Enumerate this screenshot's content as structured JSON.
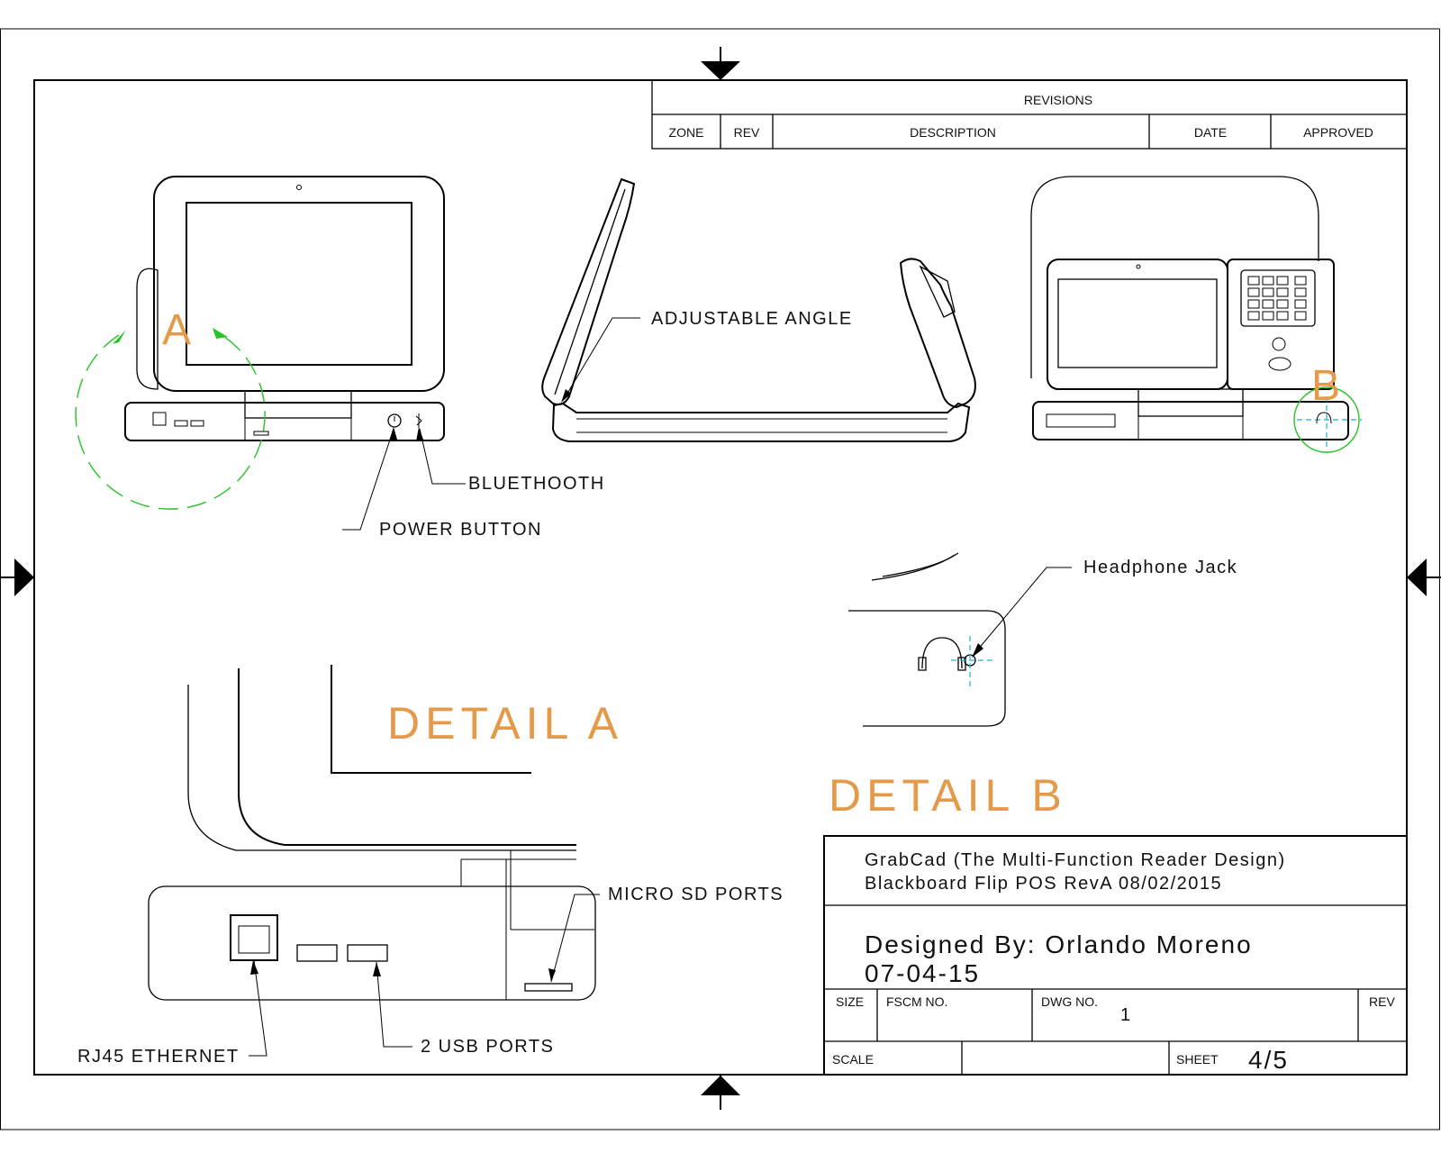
{
  "revisions": {
    "title": "REVISIONS",
    "columns": [
      "ZONE",
      "REV",
      "DESCRIPTION",
      "DATE",
      "APPROVED"
    ]
  },
  "callouts": {
    "adjustable_angle": "ADJUSTABLE ANGLE",
    "bluetooth": "BLUETHOOTH",
    "power_button": "POWER BUTTON",
    "headphone_jack": "Headphone Jack",
    "micro_sd": "MICRO SD PORTS",
    "rj45": "RJ45 ETHERNET",
    "usb": "2 USB PORTS"
  },
  "detail_markers": {
    "a": "A",
    "b": "B"
  },
  "details": {
    "a": "DETAIL A",
    "b": "DETAIL B"
  },
  "title_block": {
    "title_line1": "GrabCad (The Multi-Function Reader Design)",
    "title_line2": "Blackboard Flip POS RevA 08/02/2015",
    "designed_by": "Designed By: Orlando Moreno",
    "design_date": "07-04-15",
    "size_label": "SIZE",
    "fscm_label": "FSCM NO.",
    "dwg_label": "DWG NO.",
    "dwg_value": "1",
    "rev_label": "REV",
    "scale_label": "SCALE",
    "sheet_label": "SHEET",
    "sheet_value": "4/5"
  },
  "colors": {
    "annotation": "#e59a4a",
    "rotation_arrow": "#27c227",
    "centerline": "#1fb5c9"
  }
}
